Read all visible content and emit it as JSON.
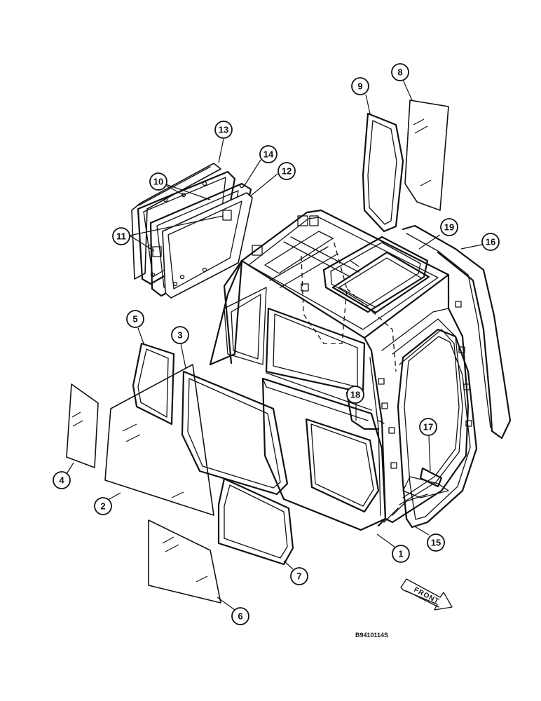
{
  "callouts": [
    {
      "id": "c1",
      "label": "1"
    },
    {
      "id": "c2",
      "label": "2"
    },
    {
      "id": "c3",
      "label": "3"
    },
    {
      "id": "c4",
      "label": "4"
    },
    {
      "id": "c5",
      "label": "5"
    },
    {
      "id": "c6",
      "label": "6"
    },
    {
      "id": "c7",
      "label": "7"
    },
    {
      "id": "c8",
      "label": "8"
    },
    {
      "id": "c9",
      "label": "9"
    },
    {
      "id": "c10",
      "label": "10"
    },
    {
      "id": "c11",
      "label": "11"
    },
    {
      "id": "c12",
      "label": "12"
    },
    {
      "id": "c13",
      "label": "13"
    },
    {
      "id": "c14",
      "label": "14"
    },
    {
      "id": "c15",
      "label": "15"
    },
    {
      "id": "c16",
      "label": "16"
    },
    {
      "id": "c17",
      "label": "17"
    },
    {
      "id": "c18",
      "label": "18"
    },
    {
      "id": "c19",
      "label": "19"
    }
  ],
  "front_label": "FRONT",
  "reference_number": "B9410114S"
}
